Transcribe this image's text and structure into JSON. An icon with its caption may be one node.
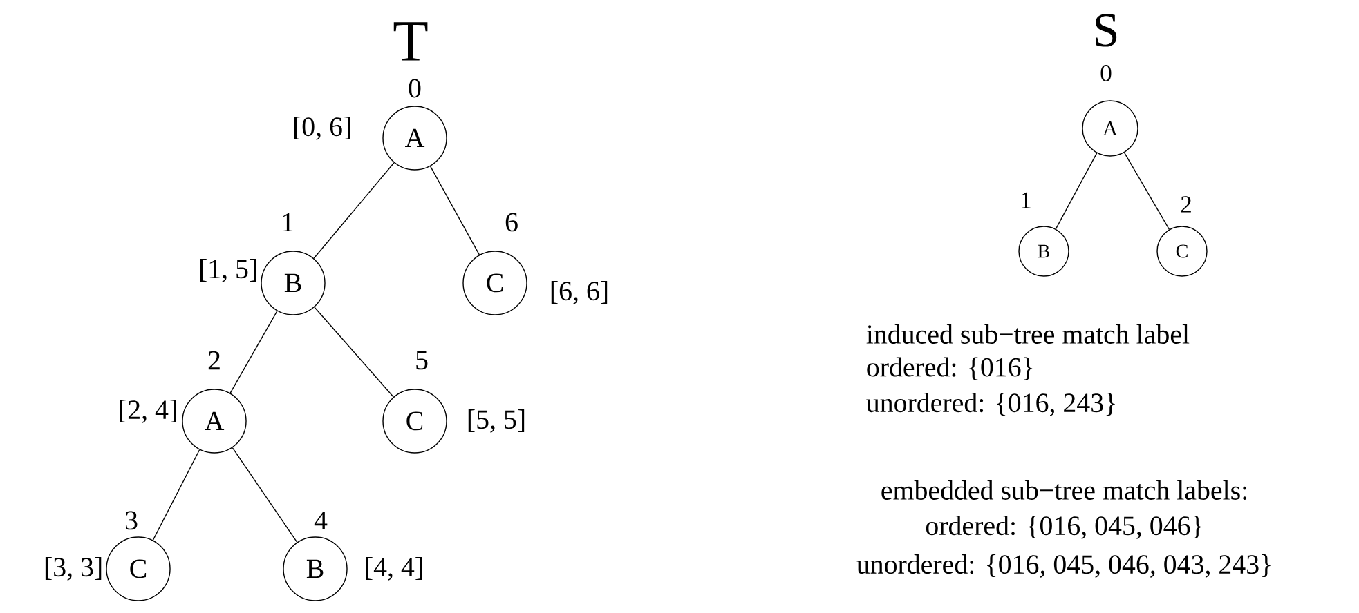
{
  "diagram": {
    "nodes": [
      {
        "text": [
          "A"
        ],
        "beside": [
          "0",
          "[0, 6]"
        ]
      },
      {
        "text": [
          "B"
        ],
        "beside": [
          "1",
          "[1, 5]"
        ]
      },
      {
        "text": [
          "C"
        ],
        "beside": [
          "6",
          "[6, 6]"
        ]
      },
      {
        "text": [
          "A"
        ],
        "beside": [
          "2",
          "[2, 4]"
        ]
      },
      {
        "text": [
          "C"
        ],
        "beside": [
          "5",
          "[5, 5]"
        ]
      },
      {
        "text": [
          "C"
        ],
        "beside": [
          "3",
          "[3, 3]"
        ]
      },
      {
        "text": [
          "B"
        ],
        "beside": [
          "4",
          "[4, 4]"
        ]
      },
      {
        "text": [
          "A"
        ],
        "beside": [
          "0"
        ]
      },
      {
        "text": [
          "B"
        ],
        "beside": [
          "1"
        ]
      },
      {
        "text": [
          "C"
        ],
        "beside": [
          "2"
        ]
      }
    ],
    "edges": [
      {
        "from": 0,
        "to": 1,
        "arrow": "none"
      },
      {
        "from": 0,
        "to": 2,
        "arrow": "none"
      },
      {
        "from": 1,
        "to": 3,
        "arrow": "none"
      },
      {
        "from": 1,
        "to": 4,
        "arrow": "none"
      },
      {
        "from": 3,
        "to": 5,
        "arrow": "none"
      },
      {
        "from": 3,
        "to": 6,
        "arrow": "none"
      },
      {
        "from": 7,
        "to": 8,
        "arrow": "none"
      },
      {
        "from": 7,
        "to": 9,
        "arrow": "none"
      }
    ],
    "labels": [
      "T",
      "S",
      "induced sub−tree match label",
      "ordered: {016}",
      "unordered: {016, 243}",
      "embedded sub−tree match labels:",
      "ordered: {016, 045, 046}",
      "unordered: {016, 045, 046, 043, 243}"
    ]
  }
}
